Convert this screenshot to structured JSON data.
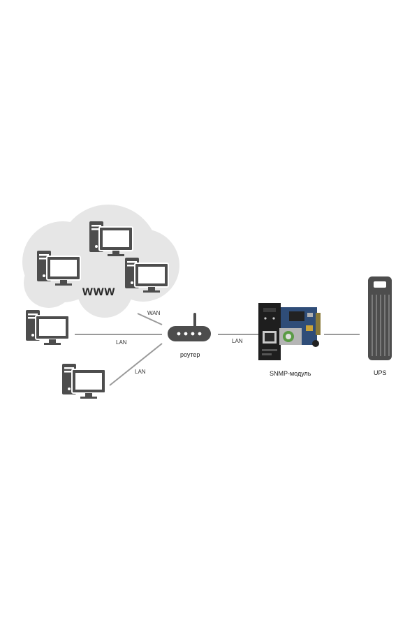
{
  "labels": {
    "www": "www",
    "wan": "WAN",
    "lan_top": "LAN",
    "lan_bottom": "LAN",
    "lan_right": "LAN",
    "router": "роутер",
    "snmp": "SNMP-модуль",
    "ups": "UPS"
  },
  "colors": {
    "icon": "#4d4d4d",
    "cloud": "#e6e6e6",
    "line": "#9a9a9a",
    "card_board": "#2f4d78",
    "card_panel": "#1e1e1e"
  },
  "icons": [
    "desktop-computer-icon",
    "router-icon",
    "snmp-card-icon",
    "ups-tower-icon",
    "cloud-icon"
  ]
}
